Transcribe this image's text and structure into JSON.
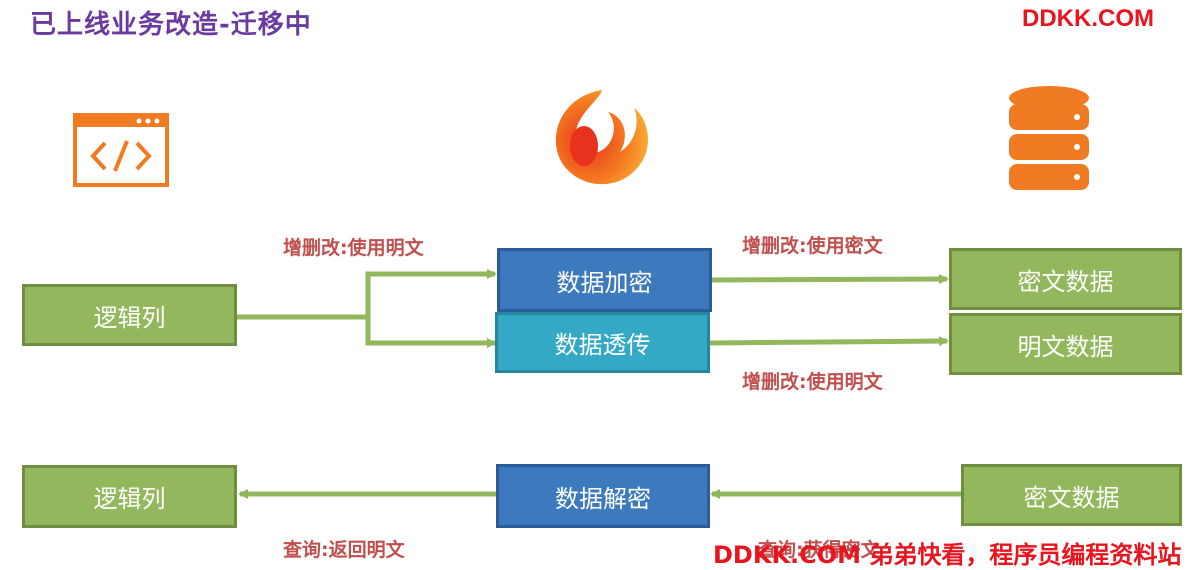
{
  "title": "已上线业务改造-迁移中",
  "brand": "DDKK.COM",
  "nodes": {
    "logic_col_top": "逻辑列",
    "encrypt": "数据加密",
    "passthrough": "数据透传",
    "cipher_data_top": "密文数据",
    "plain_data": "明文数据",
    "logic_col_bottom": "逻辑列",
    "decrypt": "数据解密",
    "cipher_data_bottom": "密文数据"
  },
  "labels": {
    "crud_plain_left": "增删改:使用明文",
    "crud_cipher_right": "增删改:使用密文",
    "crud_plain_right": "增删改:使用明文",
    "query_return_plain": "查询:返回明文",
    "query_get_cipher": "查询:获得密文"
  },
  "icons": {
    "app": "code-window-icon",
    "middleware": "flame-logo-icon",
    "database": "database-icon"
  },
  "colors": {
    "title": "#6b3aa0",
    "brand": "#e8141e",
    "green_box": "#93b75c",
    "blue_box": "#3d79bd",
    "teal_box": "#33a9c6",
    "label": "#c0504d",
    "icon_orange": "#f07b22"
  },
  "footer": "DDKK.COM 弟弟快看，程序员编程资料站"
}
